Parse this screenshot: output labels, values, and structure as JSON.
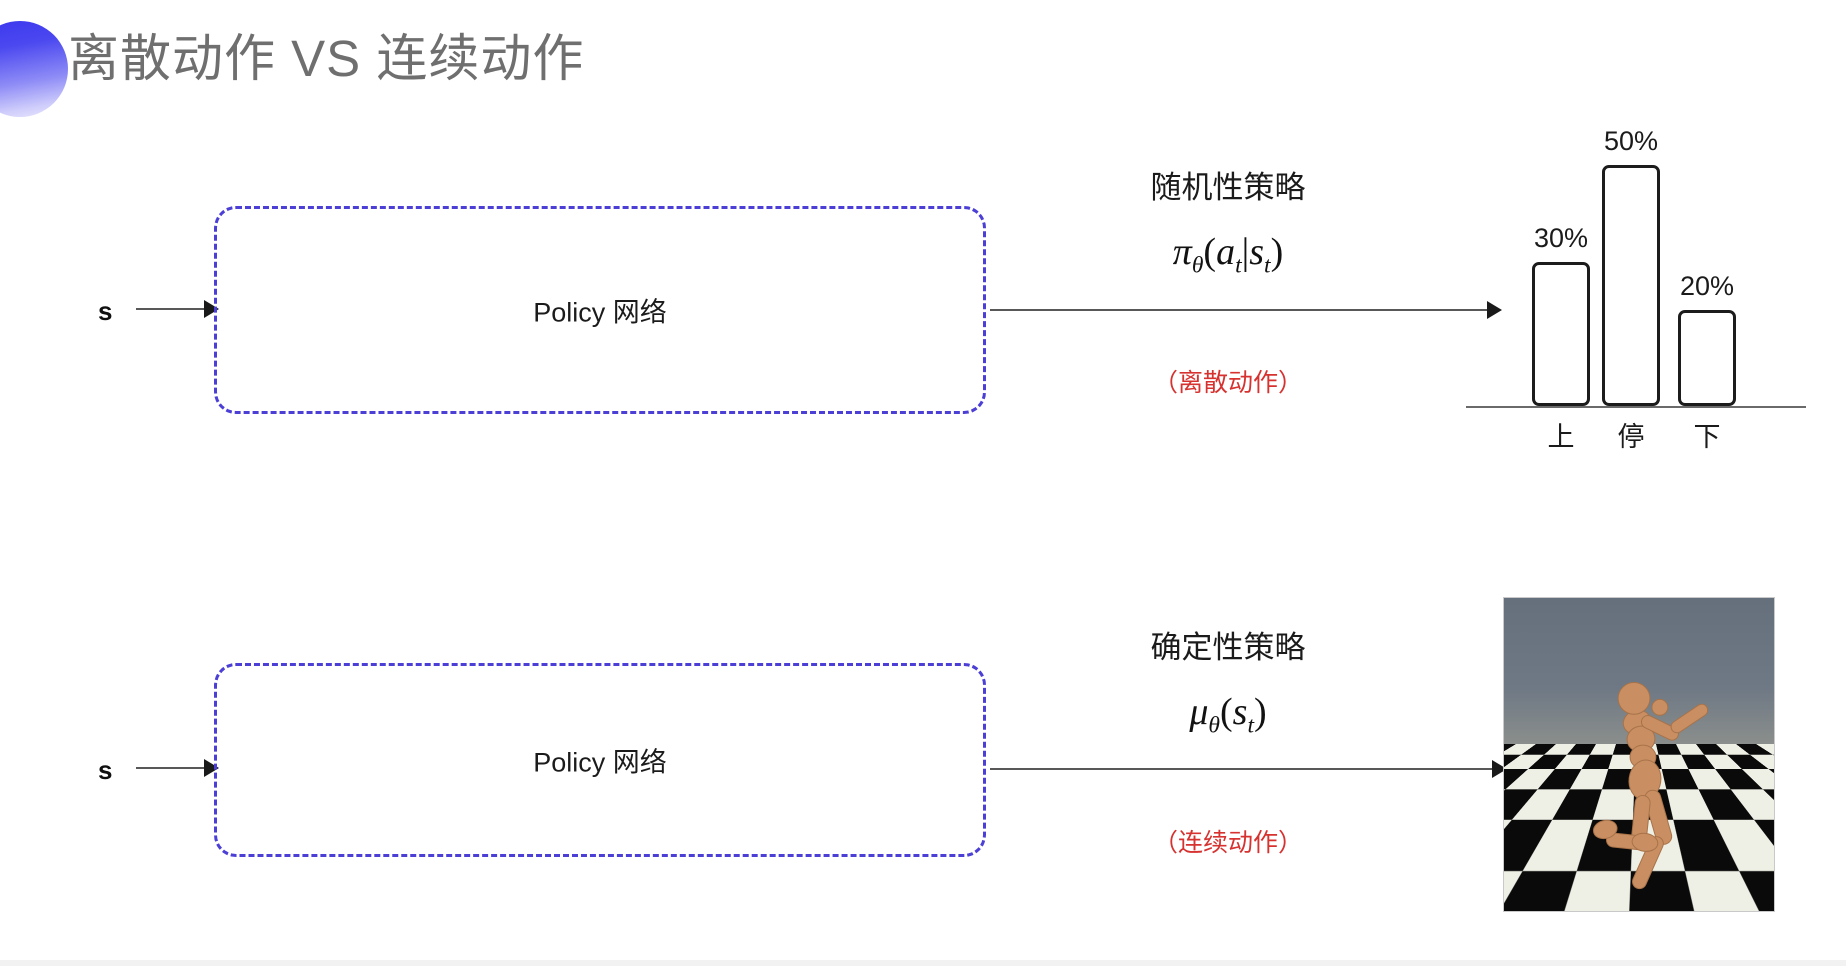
{
  "slide": {
    "title": "离散动作 VS 连续动作",
    "accent_color": "#4b3fd6",
    "title_color": "#6f6f6f",
    "note_color": "#d63230"
  },
  "rows": [
    {
      "input_label": "s",
      "box_label": "Policy 网络",
      "policy_name": "随机性策略",
      "formula_plain": "π_θ(a_t|s_t)",
      "formula": {
        "fn": "π",
        "sub": "θ",
        "open": "(",
        "arg1": "a",
        "arg1sub": "t",
        "bar": "|",
        "arg2": "s",
        "arg2sub": "t",
        "close": ")"
      },
      "note": "（离散动作）"
    },
    {
      "input_label": "s",
      "box_label": "Policy 网络",
      "policy_name": "确定性策略",
      "formula_plain": "μ_θ(s_t)",
      "formula": {
        "fn": "μ",
        "sub": "θ",
        "open": "(",
        "arg1": "s",
        "arg1sub": "t",
        "close": ")"
      },
      "note": "（连续动作）"
    }
  ],
  "chart_data": {
    "type": "bar",
    "categories": [
      "上",
      "停",
      "下"
    ],
    "values": [
      30,
      50,
      20
    ],
    "value_labels": [
      "30%",
      "50%",
      "20%"
    ],
    "title": "",
    "xlabel": "",
    "ylabel": "",
    "ylim": [
      0,
      60
    ],
    "grid": false,
    "legend": "none",
    "bar_fill": "#ffffff",
    "bar_stroke": "#1c1c1c"
  },
  "sim": {
    "caption": "humanoid-running-simulation",
    "sky_color": "#6d7783",
    "body_color": "#c98f63",
    "floor_colors": [
      "#0a0a0a",
      "#eef0e6"
    ]
  }
}
